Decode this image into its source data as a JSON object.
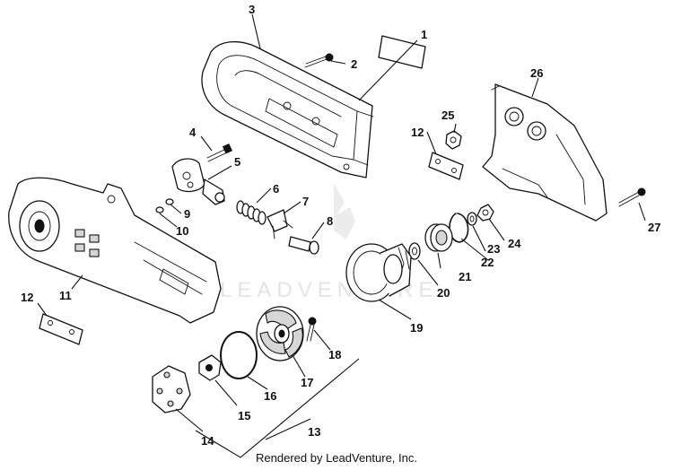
{
  "parts": [
    {
      "id": "1",
      "label": "1"
    },
    {
      "id": "2",
      "label": "2"
    },
    {
      "id": "3",
      "label": "3"
    },
    {
      "id": "4",
      "label": "4"
    },
    {
      "id": "5",
      "label": "5"
    },
    {
      "id": "6",
      "label": "6"
    },
    {
      "id": "7",
      "label": "7"
    },
    {
      "id": "8",
      "label": "8"
    },
    {
      "id": "9",
      "label": "9"
    },
    {
      "id": "10",
      "label": "10"
    },
    {
      "id": "11",
      "label": "11"
    },
    {
      "id": "12a",
      "label": "12"
    },
    {
      "id": "12b",
      "label": "12"
    },
    {
      "id": "13",
      "label": "13"
    },
    {
      "id": "14",
      "label": "14"
    },
    {
      "id": "15",
      "label": "15"
    },
    {
      "id": "16",
      "label": "16"
    },
    {
      "id": "17",
      "label": "17"
    },
    {
      "id": "18",
      "label": "18"
    },
    {
      "id": "19",
      "label": "19"
    },
    {
      "id": "20",
      "label": "20"
    },
    {
      "id": "21",
      "label": "21"
    },
    {
      "id": "22",
      "label": "22"
    },
    {
      "id": "23",
      "label": "23"
    },
    {
      "id": "24",
      "label": "24"
    },
    {
      "id": "25",
      "label": "25"
    },
    {
      "id": "26",
      "label": "26"
    },
    {
      "id": "27",
      "label": "27"
    }
  ],
  "watermark": "LEADVENTURE",
  "footer": "Rendered by LeadVenture, Inc."
}
